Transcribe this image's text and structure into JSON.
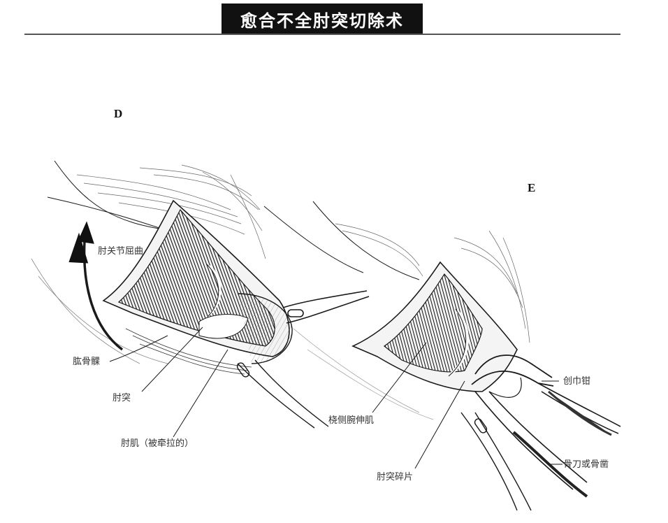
{
  "header": {
    "title": "愈合不全肘突切除术"
  },
  "figure_d": {
    "panel_letter": "D",
    "labels": {
      "elbow_flexion": "肘关节屈曲",
      "humeral_condyle": "肱骨髁",
      "olecranon": "肘突",
      "elbow_muscle": "肘肌（被牵拉的）"
    }
  },
  "figure_e": {
    "panel_letter": "E",
    "labels": {
      "towel_clamp": "创巾钳",
      "extensor_carpi_radialis": "桡侧腕伸肌",
      "bone_cutter": "骨刀或骨凿",
      "olecranon_fragment": "肘突碎片"
    }
  },
  "colors": {
    "title_bg": "#111111",
    "title_fg": "#ffffff",
    "line": "#1a1a1a",
    "label_text": "#333333"
  }
}
